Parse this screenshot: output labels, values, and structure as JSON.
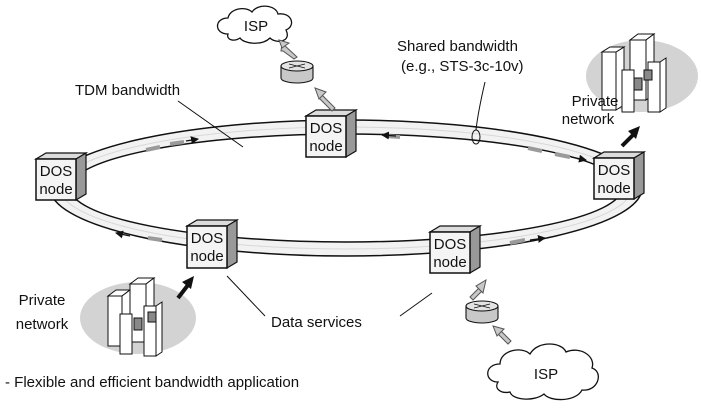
{
  "nodes": [
    {
      "line1": "DOS",
      "line2": "node"
    },
    {
      "line1": "DOS",
      "line2": "node"
    },
    {
      "line1": "DOS",
      "line2": "node"
    },
    {
      "line1": "DOS",
      "line2": "node"
    },
    {
      "line1": "DOS",
      "line2": "node"
    }
  ],
  "isp": [
    "ISP",
    "ISP"
  ],
  "private_network": [
    {
      "line1": "Private",
      "line2": "network"
    },
    {
      "line1": "Private",
      "line2": "network"
    }
  ],
  "labels": {
    "tdm_bandwidth": "TDM bandwidth",
    "shared_line1": "Shared bandwidth",
    "shared_line2": "(e.g., STS-3c-10v)",
    "data_services": "Data services",
    "footnote": "- Flexible and efficient bandwidth application"
  },
  "colors": {
    "ring_fill": "#f2f2f2",
    "node_fill": "#f4f4f4",
    "node_side": "#999999",
    "building_fill": "#d3d3d3",
    "dashes": "#9a9a9a",
    "gray_arrow": "#c8c8c8"
  },
  "icons": [
    "cloud-icon",
    "router-icon",
    "building-icon",
    "arrow-icon"
  ]
}
